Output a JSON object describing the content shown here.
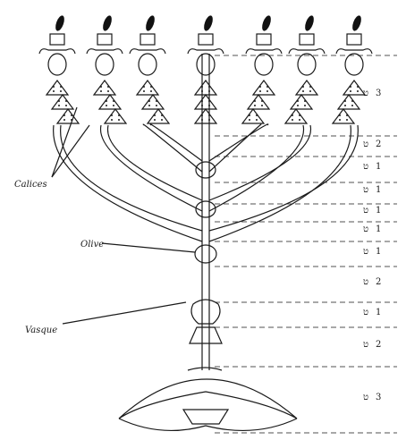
{
  "labels": {
    "calices": "Calices",
    "olive": "Olive",
    "vasque": "Vasque"
  },
  "measurements": [
    {
      "num": "3",
      "unit": "ט"
    },
    {
      "num": "2",
      "unit": "ט"
    },
    {
      "num": "1",
      "unit": "ט"
    },
    {
      "num": "1",
      "unit": "ט"
    },
    {
      "num": "1",
      "unit": "ט"
    },
    {
      "num": "1",
      "unit": "ט"
    },
    {
      "num": "1",
      "unit": "ט"
    },
    {
      "num": "2",
      "unit": "ט"
    },
    {
      "num": "1",
      "unit": "ט"
    },
    {
      "num": "2",
      "unit": "ט"
    },
    {
      "num": "3",
      "unit": "ט"
    }
  ],
  "colors": {
    "ink": "#1a1a1a",
    "paper": "#ffffff"
  }
}
